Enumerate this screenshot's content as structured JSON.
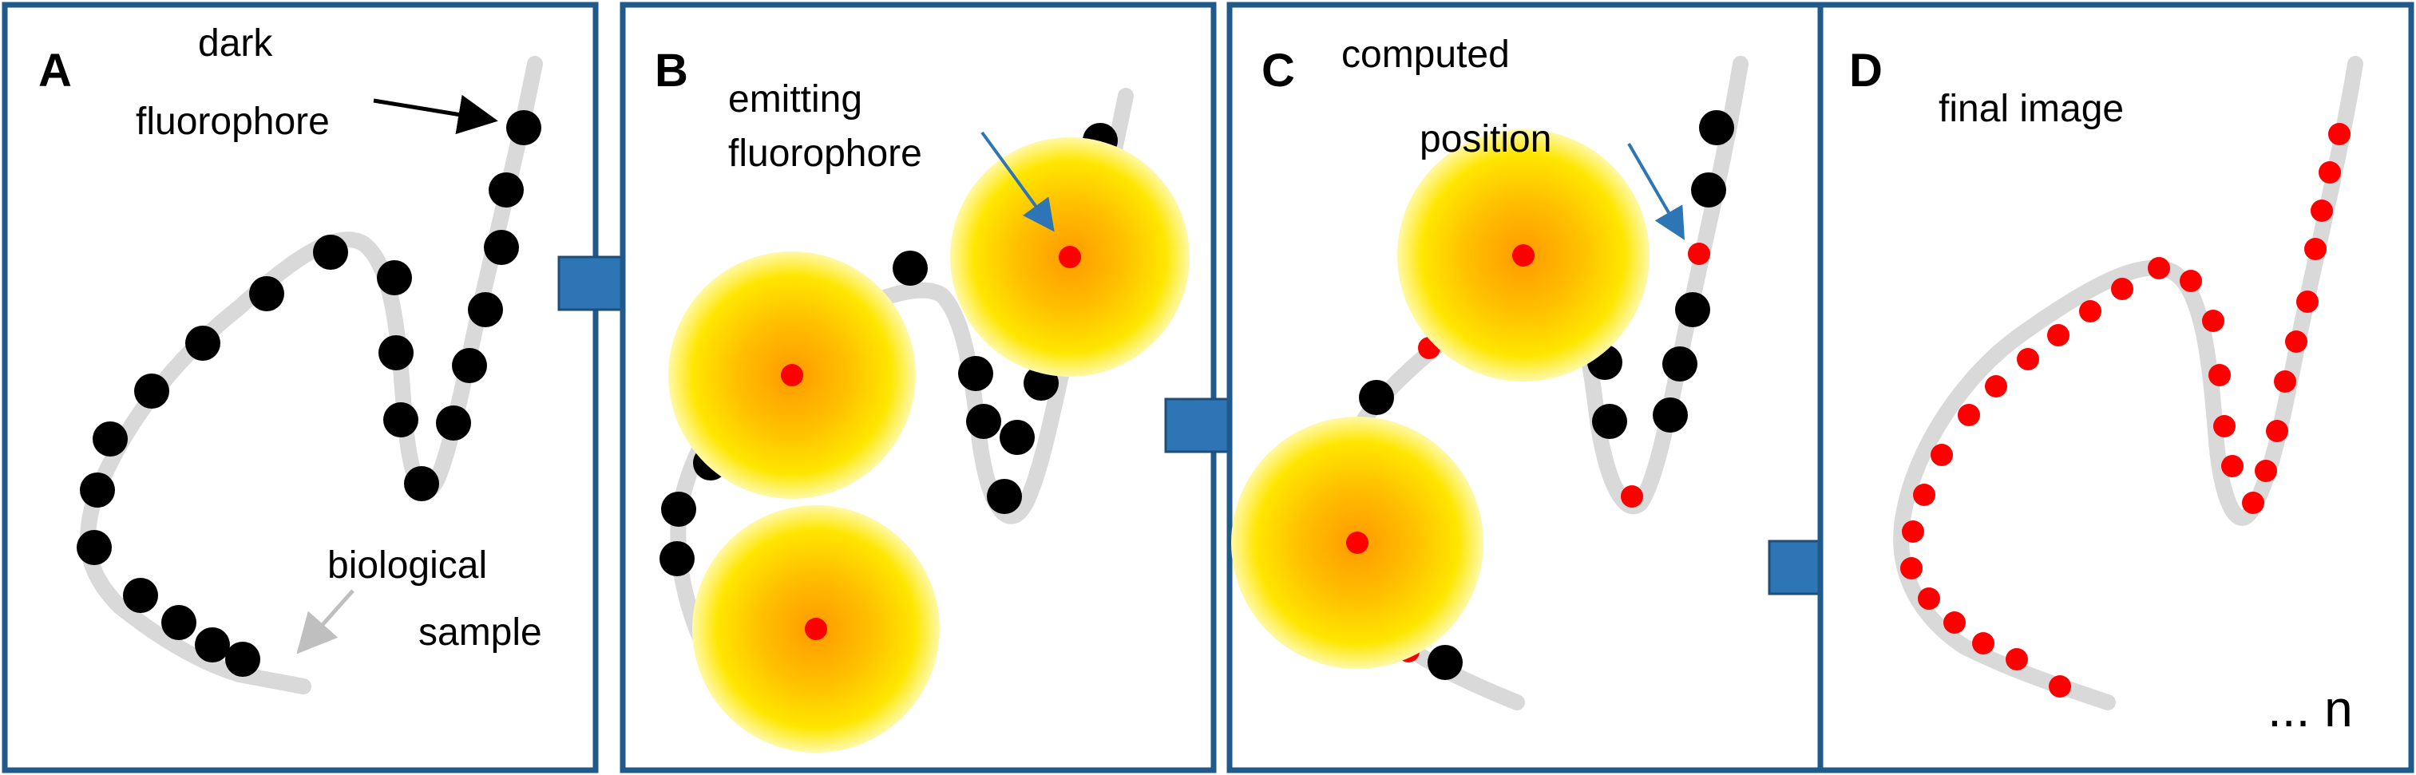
{
  "panels": [
    {
      "letter": "A",
      "annotations": [
        "dark",
        "fluorophore",
        "biological",
        "sample"
      ]
    },
    {
      "letter": "B",
      "annotations": [
        "emitting",
        "fluorophore"
      ]
    },
    {
      "letter": "C",
      "annotations": [
        "computed",
        "position"
      ]
    },
    {
      "letter": "D",
      "annotations": [
        "final image",
        "... n"
      ]
    }
  ],
  "colors": {
    "frame": "#1f5a8a",
    "flow_arrow": "#2e75b6",
    "sample_curve": "#d9d9d9",
    "dark_fluorophore": "#000000",
    "emitting_fluorophore_glow": "#ffc000",
    "computed_position": "#ff0000",
    "pointer_black": "#000000",
    "pointer_blue": "#2e75b6",
    "pointer_gray": "#bfbfbf"
  }
}
